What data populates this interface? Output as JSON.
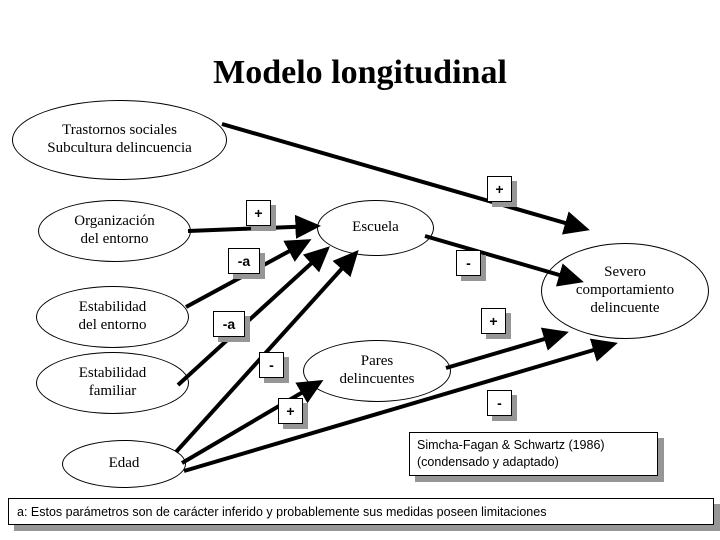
{
  "slide": {
    "title": "Modelo longitudinal",
    "background": "#ffffff",
    "ink": "#000000",
    "shadow": "#969696"
  },
  "nodes": [
    {
      "id": "trastornos",
      "lines": [
        "Trastornos sociales",
        "Subcultura delincuencia"
      ],
      "line1": "Trastornos sociales",
      "line2": "Subcultura delincuencia"
    },
    {
      "id": "organizacion",
      "line1": "Organización",
      "line2": "del entorno"
    },
    {
      "id": "estabilidad-entorno",
      "line1": "Estabilidad",
      "line2": "del entorno"
    },
    {
      "id": "estabilidad-familiar",
      "line1": "Estabilidad",
      "line2": "familiar"
    },
    {
      "id": "edad",
      "line1": "Edad",
      "line2": ""
    },
    {
      "id": "escuela",
      "line1": "Escuela",
      "line2": ""
    },
    {
      "id": "pares",
      "line1": "Pares",
      "line2": "delincuentes"
    },
    {
      "id": "severo",
      "line1": "Severo",
      "line2": "comportamiento",
      "line3": "delincuente"
    }
  ],
  "edge_labels": {
    "organizacion_escuela": "+",
    "trastornos_severo": "+",
    "estabilidad_entorno_escuela": "-a",
    "escuela_severo": "-",
    "estabilidad_familiar_escuela": "-a",
    "pares_severo": "+",
    "edad_escuela": "-",
    "edad_pares": "+",
    "edad_severo": "-"
  },
  "edges": [
    {
      "from": "trastornos",
      "to": "severo",
      "sign": "+"
    },
    {
      "from": "organizacion",
      "to": "escuela",
      "sign": "+"
    },
    {
      "from": "estabilidad-entorno",
      "to": "escuela",
      "sign": "-a"
    },
    {
      "from": "estabilidad-familiar",
      "to": "escuela",
      "sign": "-a"
    },
    {
      "from": "edad",
      "to": "escuela",
      "sign": "-"
    },
    {
      "from": "edad",
      "to": "pares",
      "sign": "+"
    },
    {
      "from": "edad",
      "to": "severo",
      "sign": "-"
    },
    {
      "from": "escuela",
      "to": "severo",
      "sign": "-"
    },
    {
      "from": "pares",
      "to": "severo",
      "sign": "+"
    }
  ],
  "citation": {
    "line1": "Simcha-Fagan & Schwartz (1986)",
    "line2": "(condensado y adaptado)"
  },
  "footnote": {
    "text": "a: Estos parámetros son de carácter inferido y probablemente sus medidas poseen limitaciones"
  }
}
